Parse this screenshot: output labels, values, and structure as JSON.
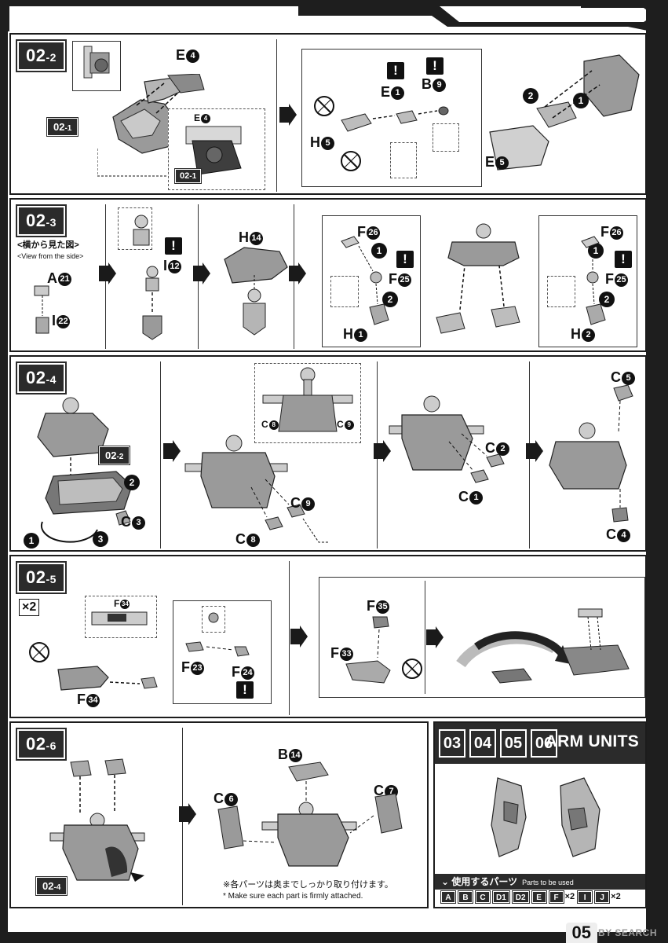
{
  "page": {
    "number": "05",
    "watermark": "HOBBY SEARCH"
  },
  "steps": {
    "s022": {
      "main": "02",
      "sub": "-2"
    },
    "s023": {
      "main": "02",
      "sub": "-3"
    },
    "s024": {
      "main": "02",
      "sub": "-4"
    },
    "s025": {
      "main": "02",
      "sub": "-5"
    },
    "s026": {
      "main": "02",
      "sub": "-6"
    }
  },
  "refs": {
    "r021": {
      "main": "02",
      "sub": "-1"
    },
    "r022": {
      "main": "02",
      "sub": "-2"
    },
    "r024": {
      "main": "02",
      "sub": "-4"
    }
  },
  "step_022": {
    "parts": [
      {
        "letter": "E",
        "num": "4"
      },
      {
        "letter": "E",
        "num": "4"
      },
      {
        "letter": "E",
        "num": "1"
      },
      {
        "letter": "B",
        "num": "9"
      },
      {
        "letter": "H",
        "num": "5"
      },
      {
        "letter": "E",
        "num": "5"
      }
    ],
    "order": [
      "2",
      "1"
    ]
  },
  "step_023": {
    "side_view_jp": "<横から見た図>",
    "side_view_en": "<View from the side>",
    "parts": [
      {
        "letter": "A",
        "num": "21"
      },
      {
        "letter": "I",
        "num": "22"
      },
      {
        "letter": "I",
        "num": "12"
      },
      {
        "letter": "H",
        "num": "14"
      },
      {
        "letter": "F",
        "num": "26"
      },
      {
        "letter": "F",
        "num": "25"
      },
      {
        "letter": "H",
        "num": "1"
      },
      {
        "letter": "F",
        "num": "26"
      },
      {
        "letter": "F",
        "num": "25"
      },
      {
        "letter": "H",
        "num": "2"
      }
    ],
    "order": [
      "1",
      "2",
      "1",
      "2"
    ]
  },
  "step_024": {
    "parts": [
      {
        "letter": "C",
        "num": "3"
      },
      {
        "letter": "C",
        "num": "8"
      },
      {
        "letter": "C",
        "num": "9"
      },
      {
        "letter": "C",
        "num": "8"
      },
      {
        "letter": "C",
        "num": "9"
      },
      {
        "letter": "C",
        "num": "2"
      },
      {
        "letter": "C",
        "num": "1"
      },
      {
        "letter": "C",
        "num": "5"
      },
      {
        "letter": "C",
        "num": "4"
      }
    ],
    "order": [
      "2",
      "1",
      "3"
    ]
  },
  "step_025": {
    "multiplier": "×2",
    "parts": [
      {
        "letter": "F",
        "num": "34"
      },
      {
        "letter": "F",
        "num": "34"
      },
      {
        "letter": "F",
        "num": "23"
      },
      {
        "letter": "F",
        "num": "24"
      },
      {
        "letter": "F",
        "num": "35"
      },
      {
        "letter": "F",
        "num": "33"
      }
    ]
  },
  "step_026": {
    "parts": [
      {
        "letter": "B",
        "num": "14"
      },
      {
        "letter": "C",
        "num": "6"
      },
      {
        "letter": "C",
        "num": "7"
      }
    ],
    "note_jp": "※各パーツは奥までしっかり取り付けます。",
    "note_en": "* Make sure each part is firmly attached."
  },
  "arm_units": {
    "numbers": [
      "03",
      "04",
      "05",
      "06"
    ],
    "title": "ARM UNITS",
    "parts_label_jp": "使用するパーツ",
    "parts_label_en": "Parts to be used",
    "parts": [
      {
        "id": "A"
      },
      {
        "id": "B"
      },
      {
        "id": "C"
      },
      {
        "id": "D1"
      },
      {
        "id": "D2"
      },
      {
        "id": "E"
      },
      {
        "id": "F",
        "mult": "×2"
      },
      {
        "id": "I"
      },
      {
        "id": "J",
        "mult": "×2"
      }
    ]
  }
}
